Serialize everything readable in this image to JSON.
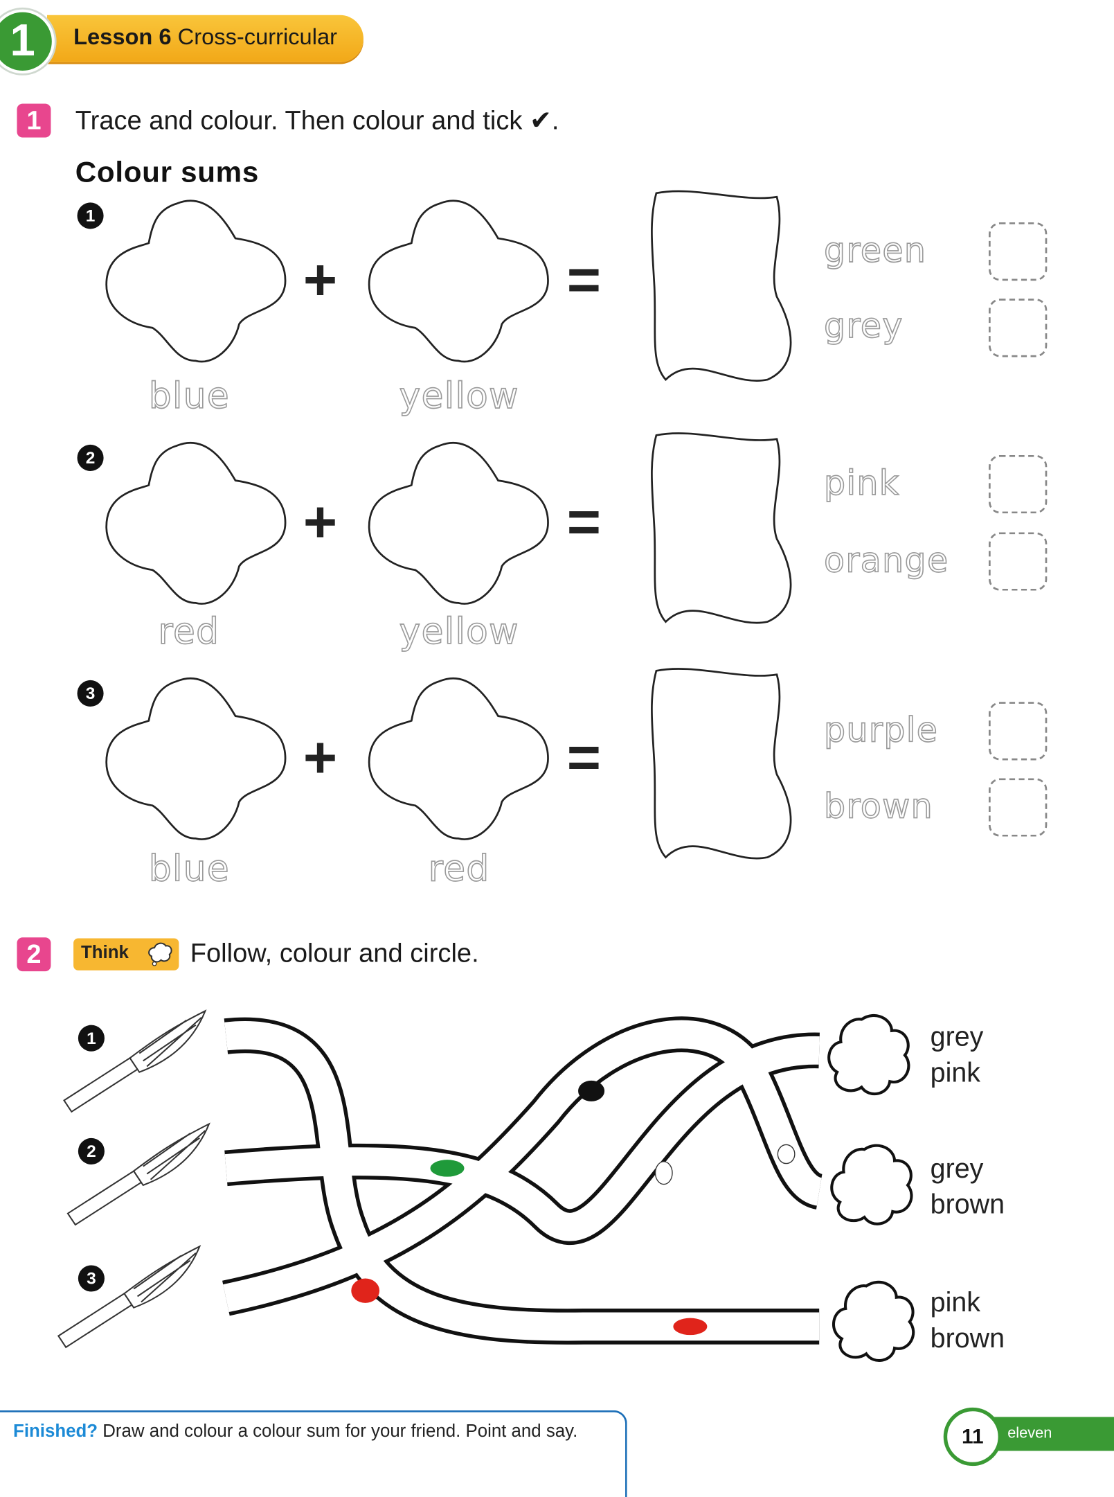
{
  "header": {
    "unit": "1",
    "lesson": "Lesson 6",
    "subtitle": "Cross-curricular"
  },
  "task1": {
    "number": "1",
    "instruction": "Trace and colour. Then colour and tick ✔.",
    "title": "Colour sums",
    "rows": [
      {
        "num": "1",
        "a": "blue",
        "b": "yellow",
        "options": [
          "green",
          "grey"
        ]
      },
      {
        "num": "2",
        "a": "red",
        "b": "yellow",
        "options": [
          "pink",
          "orange"
        ]
      },
      {
        "num": "3",
        "a": "blue",
        "b": "red",
        "options": [
          "purple",
          "brown"
        ]
      }
    ]
  },
  "task2": {
    "number": "2",
    "badge": "Think",
    "instruction": "Follow, colour and circle.",
    "brushes": [
      "1",
      "2",
      "3"
    ],
    "answers": [
      [
        "grey",
        "pink"
      ],
      [
        "grey",
        "brown"
      ],
      [
        "pink",
        "brown"
      ]
    ],
    "blot_colors": {
      "black": "#111111",
      "green": "#1f9a3a",
      "red": "#e0241b"
    }
  },
  "footer": {
    "finished": "Finished?",
    "text": "Draw and colour a colour sum for your friend. Point and say.",
    "page_number": "11",
    "page_word": "eleven"
  }
}
